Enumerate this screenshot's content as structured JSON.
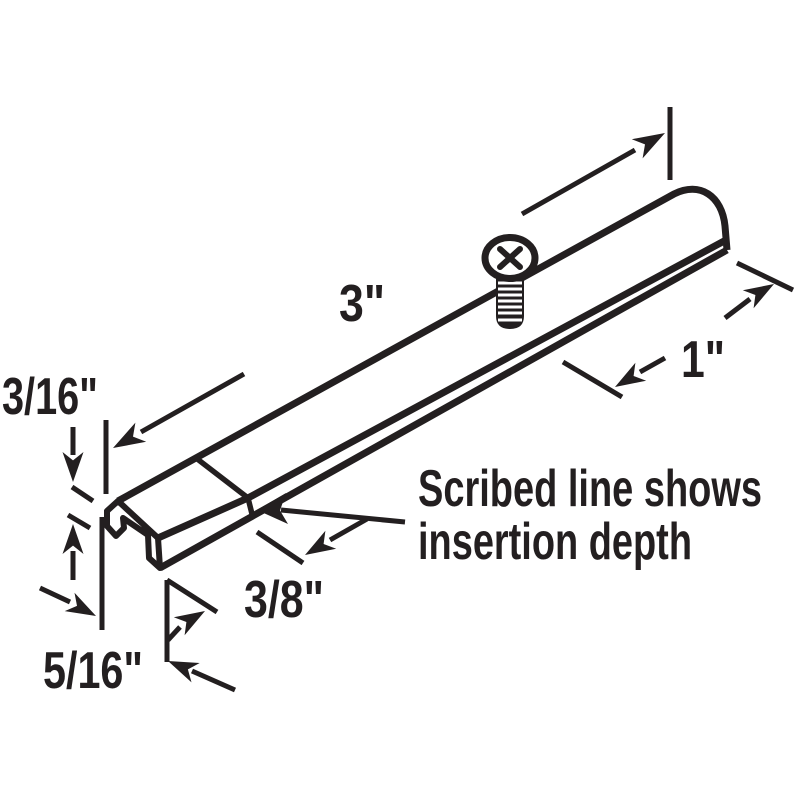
{
  "diagram": {
    "background": "#ffffff",
    "ink": "#231f20",
    "dimensions": {
      "length_label": "3\"",
      "end_inset_label": "1\"",
      "thickness_label": "3/16\"",
      "channel_height_label": "5/16\"",
      "insertion_depth_label": "3/8\""
    },
    "annotation": {
      "line1": "Scribed line shows",
      "line2": "insertion depth"
    }
  }
}
